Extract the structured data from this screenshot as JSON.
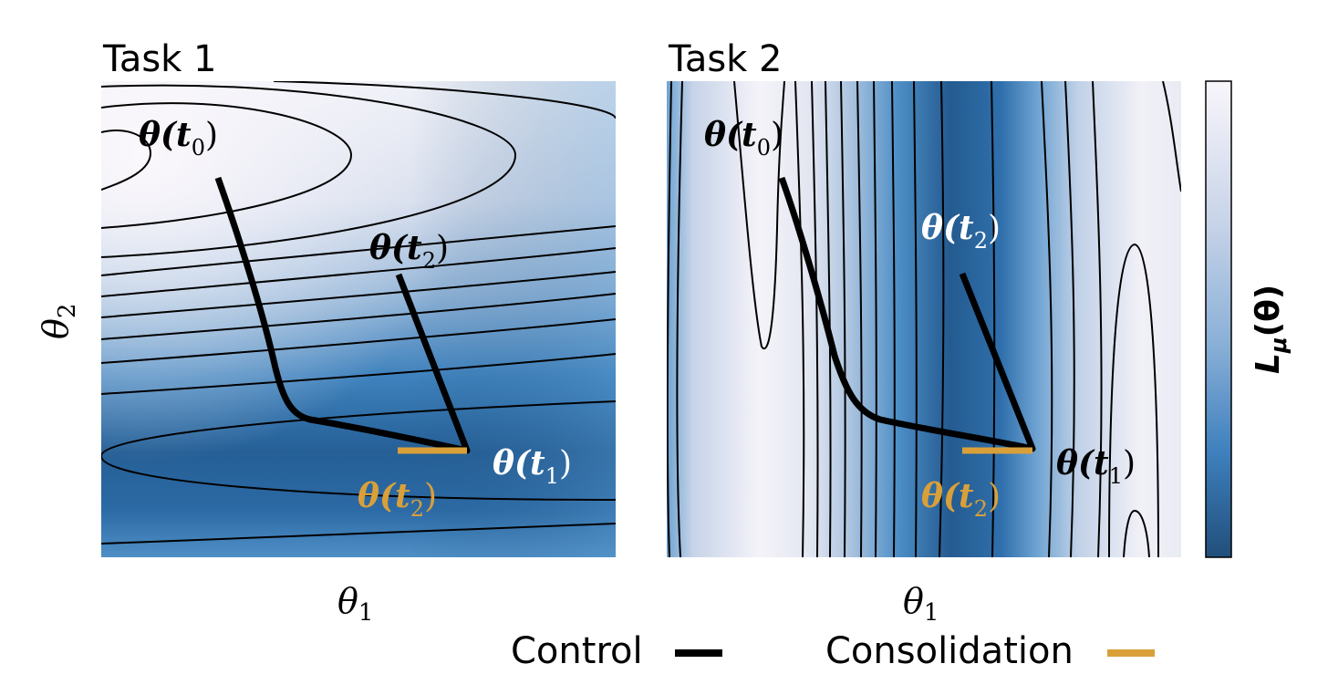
{
  "panels": [
    {
      "title": "Task 1",
      "xlabel_sym": "θ",
      "xlabel_sub": "1",
      "ylabel_sym": "θ",
      "ylabel_sub": "2",
      "point_labels": {
        "t0": {
          "sym": "θ(t",
          "sub": "0",
          "close": ")",
          "color": "#000000"
        },
        "t2_control": {
          "sym": "θ(t",
          "sub": "2",
          "close": ")",
          "color": "#000000"
        },
        "t1": {
          "sym": "θ(t",
          "sub": "1",
          "close": ")",
          "color": "#ffffff"
        },
        "t2_consolidation": {
          "sym": "θ(t",
          "sub": "2",
          "close": ")",
          "color": "#d9a03a"
        }
      }
    },
    {
      "title": "Task 2",
      "xlabel_sym": "θ",
      "xlabel_sub": "1",
      "point_labels": {
        "t0": {
          "sym": "θ(t",
          "sub": "0",
          "close": ")",
          "color": "#000000"
        },
        "t2_control": {
          "sym": "θ(t",
          "sub": "2",
          "close": ")",
          "color": "#ffffff"
        },
        "t1": {
          "sym": "θ(t",
          "sub": "1",
          "close": ")",
          "color": "#000000"
        },
        "t2_consolidation": {
          "sym": "θ(t",
          "sub": "2",
          "close": ")",
          "color": "#d9a03a"
        }
      }
    }
  ],
  "colorbar": {
    "label_main": "L",
    "label_sub": "μ",
    "label_arg": "(θ)",
    "colors": [
      "#f7f4f9",
      "#b8c9e1",
      "#5b9bd0",
      "#2c6aa5",
      "#1f4d78"
    ]
  },
  "legend": [
    {
      "label": "Control",
      "color": "#000000"
    },
    {
      "label": "Consolidation",
      "color": "#d9a03a"
    }
  ],
  "colors": {
    "control": "#000000",
    "consolidation": "#d9a03a",
    "contour": "#000000"
  }
}
